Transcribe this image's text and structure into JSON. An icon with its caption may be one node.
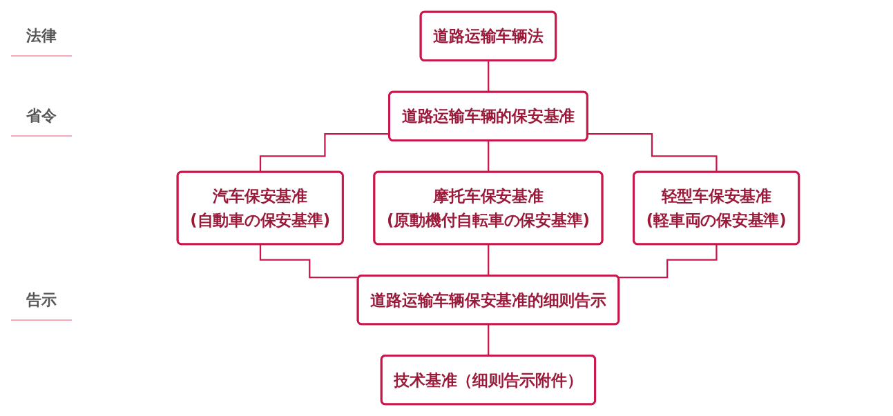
{
  "diagram": {
    "nodes": [
      {
        "text": [
          "道路运输车辆法"
        ]
      },
      {
        "text": [
          "道路运输车辆的保安基准"
        ]
      },
      {
        "text": [
          "汽车保安基准",
          "(自動車の保安基準)"
        ]
      },
      {
        "text": [
          "摩托车保安基准",
          "(原動機付自転車の保安基準)"
        ]
      },
      {
        "text": [
          "轻型车保安基准",
          "(軽車両の保安基準)"
        ]
      },
      {
        "text": [
          "道路运输车辆保安基准的细则告示"
        ]
      },
      {
        "text": [
          "技术基准（细则告示附件）"
        ]
      }
    ],
    "edges": [
      {
        "from": 0,
        "to": 1,
        "arrow": "none"
      },
      {
        "from": 1,
        "to": 2,
        "arrow": "none"
      },
      {
        "from": 1,
        "to": 3,
        "arrow": "none"
      },
      {
        "from": 1,
        "to": 4,
        "arrow": "none"
      },
      {
        "from": 2,
        "to": 5,
        "arrow": "none"
      },
      {
        "from": 3,
        "to": 5,
        "arrow": "none"
      },
      {
        "from": 4,
        "to": 5,
        "arrow": "none"
      },
      {
        "from": 5,
        "to": 6,
        "arrow": "none"
      }
    ],
    "labels": [
      "法律",
      "省令",
      "告示"
    ]
  }
}
